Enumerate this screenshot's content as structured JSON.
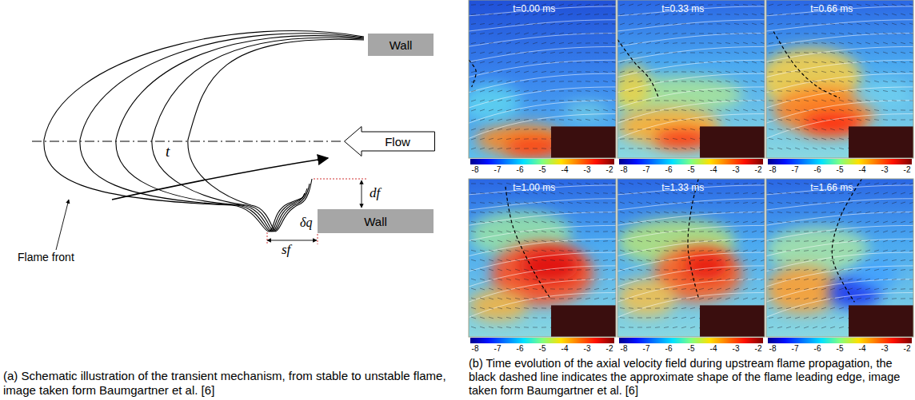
{
  "diagram": {
    "nodes": [
      {
        "text": [
          "Wall"
        ]
      },
      {
        "text": [
          "Flow"
        ]
      },
      {
        "text": [
          "Wall"
        ]
      }
    ],
    "labels": [
      "t",
      "Flame front",
      "df",
      "sf",
      "δq",
      "t=0.00 ms",
      "t=0.33 ms",
      "t=0.66 ms",
      "t=1.00 ms",
      "t=1.33 ms",
      "t=1.66 ms",
      "-8",
      "-7",
      "-6",
      "-5",
      "-4",
      "-3",
      "-2",
      "-8",
      "-7",
      "-6",
      "-5",
      "-4",
      "-3",
      "-2",
      "-8",
      "-7",
      "-6",
      "-5",
      "-4",
      "-3",
      "-2",
      "-8",
      "-7",
      "-6",
      "-5",
      "-4",
      "-3",
      "-2",
      "-8",
      "-7",
      "-6",
      "-5",
      "-4",
      "-3",
      "-2",
      "-8",
      "-7",
      "-6",
      "-5",
      "-4",
      "-3",
      "-2",
      "(a) Schematic illustration of the transient mechanism, from stable to unstable flame, image taken form Baumgartner et al. [6]",
      "(b) Time evolution of the axial velocity field during upstream flame propagation, the black dashed line indicates the approximate shape of the flame leading edge, image taken form Baumgartner et al. [6]"
    ]
  }
}
